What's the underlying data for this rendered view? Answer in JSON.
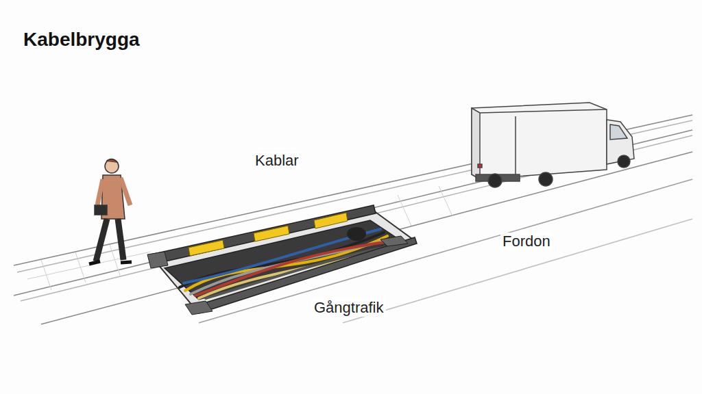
{
  "diagram": {
    "title": "Kabelbrygga",
    "labels": [
      "Kablar",
      "Fordon",
      "Gångtrafik"
    ]
  }
}
